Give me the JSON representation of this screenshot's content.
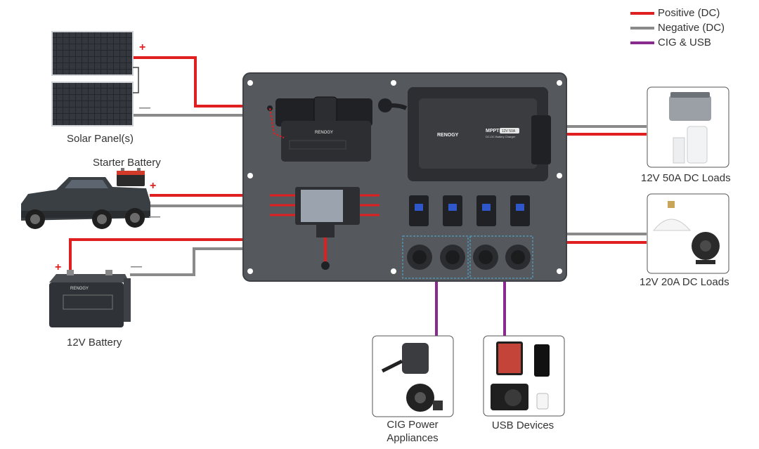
{
  "legend": [
    {
      "label": "Positive (DC)",
      "color": "#e02020"
    },
    {
      "label": "Negative (DC)",
      "color": "#8a8a8a"
    },
    {
      "label": "CIG & USB",
      "color": "#8b2a8e"
    }
  ],
  "labels": {
    "solar": "Solar Panel(s)",
    "starter": "Starter Battery",
    "battery12": "12V Battery",
    "load50": "12V 50A DC Loads",
    "load20": "12V 20A DC Loads",
    "cig_line1": "CIG Power",
    "cig_line2": "Appliances",
    "usb": "USB Devices"
  },
  "signs": {
    "plus": "+",
    "minus": "—"
  },
  "device_text": {
    "brand": "RENOGY",
    "charger_title": "MPPT",
    "charger_rating": "12V 50A",
    "charger_subtitle": "DC-DC Battery Charger",
    "battery_brand": "RENOGY"
  },
  "colors": {
    "positive": "#e02020",
    "negative": "#8a8a8a",
    "cig_usb": "#8b2a8e",
    "panel": "#55585d",
    "switch_blue": "#2f57c9"
  }
}
